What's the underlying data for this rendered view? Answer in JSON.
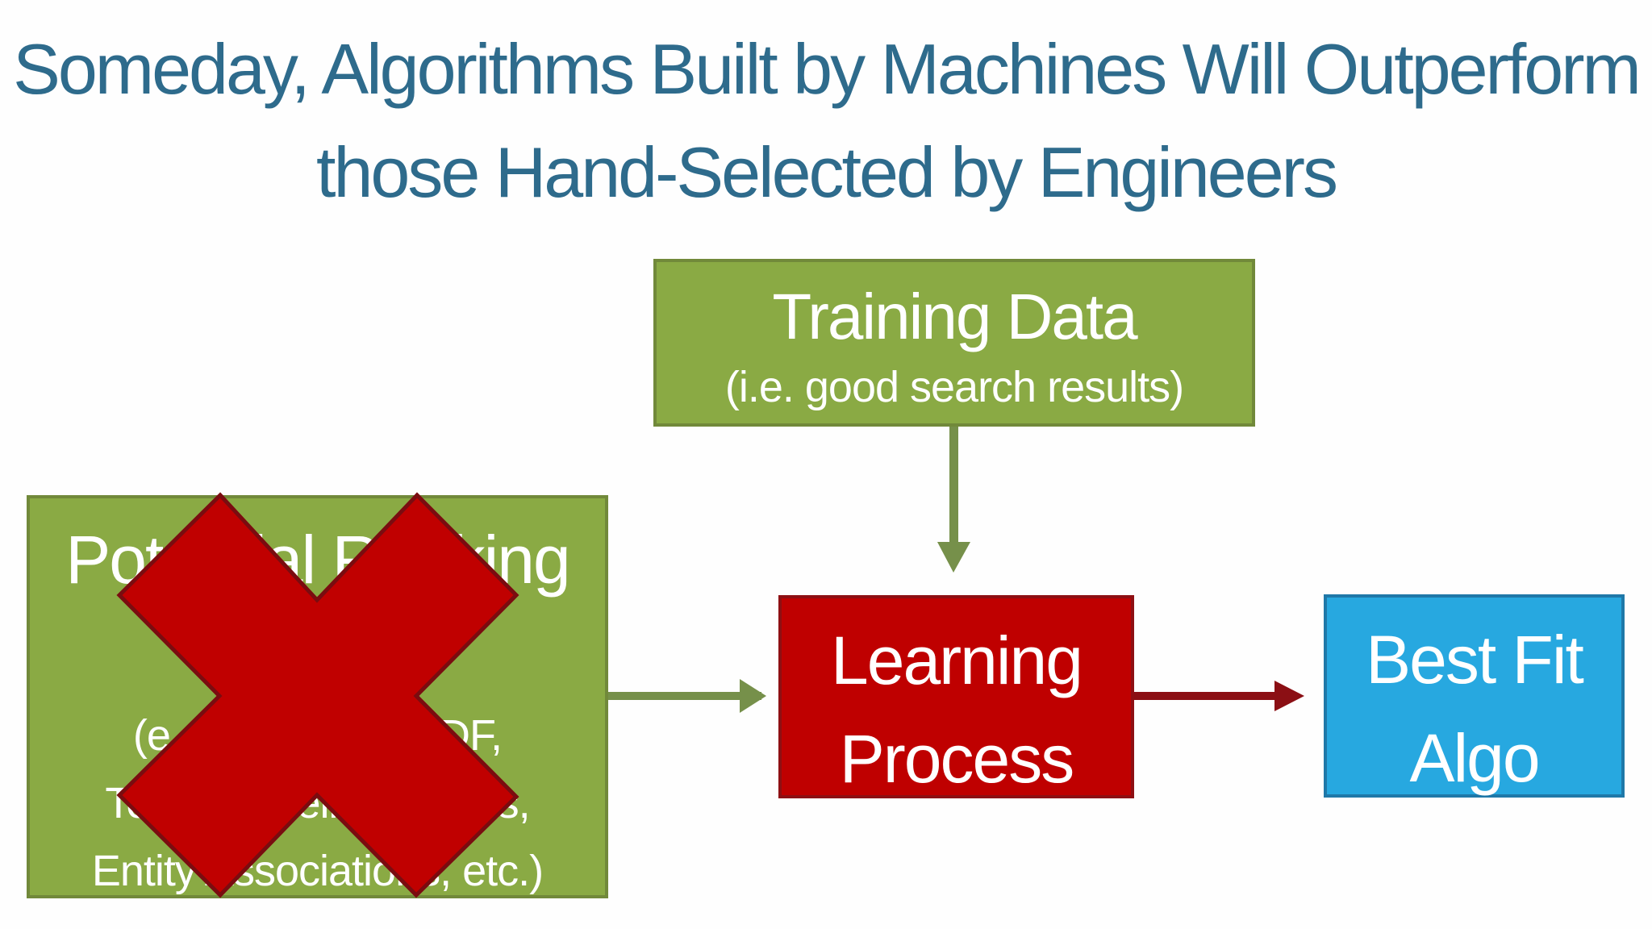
{
  "title": {
    "line1": "Someday, Algorithms Built by Machines Will Outperform",
    "line2": "those Hand-Selected by Engineers"
  },
  "training_data": {
    "label": "Training Data",
    "sub": "(i.e. good search results)"
  },
  "potential_ranking": {
    "label": "Potential Ranking",
    "sub_lines": [
      "(e.g. BM25, TF*IDF,",
      "Topic Modeling, Clicks,",
      "Entity Associations, etc.)"
    ],
    "crossed_out": true
  },
  "learning_process": {
    "line1": "Learning",
    "line2": "Process"
  },
  "best_fit": {
    "line1": "Best Fit",
    "line2": "Algo"
  },
  "colors": {
    "title": "#2e6b8c",
    "green_box": "#8aaa44",
    "green_border": "#71893a",
    "red_box": "#bf0000",
    "red_border": "#8e0f13",
    "blue_box": "#27a8e0",
    "blue_border": "#1f78a8",
    "green_arrow": "#76904a",
    "red_arrow": "#8b0f14",
    "cross": "#c00000",
    "cross_outline": "#7a0c10"
  },
  "icons": {
    "cross": "x-mark-icon",
    "arrow": "arrow-icon"
  }
}
